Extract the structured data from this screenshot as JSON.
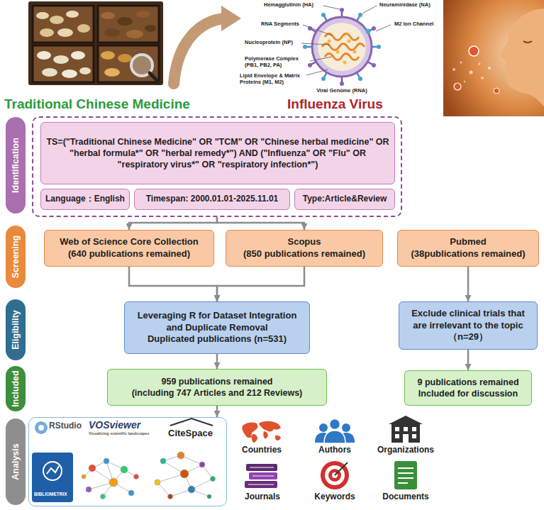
{
  "diagram": {
    "nodes": [
      {
        "text": [
          "Identification"
        ]
      },
      {
        "text": []
      },
      {
        "text": [
          "TS=(\"Traditional Chinese Medicine\" OR \"TCM\" OR \"Chinese herbal medicine\" OR \"herbal formula*\" OR \"herbal remedy*\") AND (\"Influenza\" OR \"Flu\" OR \"respiratory virus*\" OR \"respiratory infection*\")"
        ],
        "in": 1
      },
      {
        "text": [
          "Language：English"
        ],
        "in": 1
      },
      {
        "text": [
          "Timespan: 2000.01.01-2025.11.01"
        ],
        "in": 1
      },
      {
        "text": [
          "Type:Article&Review"
        ],
        "in": 1
      },
      {
        "text": [
          "Screening"
        ]
      },
      {
        "text": [
          "Web of Science Core Collection",
          "(640 publications remained)"
        ]
      },
      {
        "text": [
          "Scopus",
          "(850 publications remained)"
        ]
      },
      {
        "text": [
          "Pubmed",
          "(38publications remained)"
        ]
      },
      {
        "text": [
          "Eligibility"
        ]
      },
      {
        "text": [
          "Leveraging R for Dataset Integration and Duplicate Removal",
          "Duplicated publications (n=531)"
        ]
      },
      {
        "text": [
          "Exclude clinical trials that are irrelevant to the topic（n=29）"
        ]
      },
      {
        "text": [
          "Included"
        ]
      },
      {
        "text": [
          "959 publications remained",
          "(including 747 Articles and 212 Reviews)"
        ]
      },
      {
        "text": [
          "9 publications remained",
          "Included for discussion"
        ]
      },
      {
        "text": [
          "Analysis"
        ]
      },
      {
        "text": [
          "RStudio",
          "VOSviewer",
          "Visualizing scientific landscapes",
          "CiteSpace",
          "BIBLIOMETRIX"
        ]
      }
    ],
    "edges": [
      {
        "from": 1,
        "to": 7,
        "arrow": "to"
      },
      {
        "from": 1,
        "to": 8,
        "arrow": "to"
      },
      {
        "from": 7,
        "to": 11,
        "arrow": "to"
      },
      {
        "from": 8,
        "to": 11,
        "arrow": "to"
      },
      {
        "from": 9,
        "to": 12,
        "arrow": "to"
      },
      {
        "from": 11,
        "to": 14,
        "arrow": "to"
      },
      {
        "from": 12,
        "to": 15,
        "arrow": "to"
      },
      {
        "from": 14,
        "to": 17,
        "arrow": "to"
      }
    ],
    "labels": [
      "Traditional Chinese Medicine",
      "Influenza Virus",
      "Hemagglutinin (HA)",
      "Neuraminidase (NA)",
      "RNA Segments",
      "M2 Ion Channel",
      "Nucleoprotein (NP)",
      "Polymerase Complex (PB1, PB2, PA)",
      "Lipid Envelope & Matrix Proteins (M1, M2)",
      "Viral Genome (RNA)",
      "Countries",
      "Authors",
      "Organizations",
      "Journals",
      "Keywords",
      "Documents"
    ]
  }
}
